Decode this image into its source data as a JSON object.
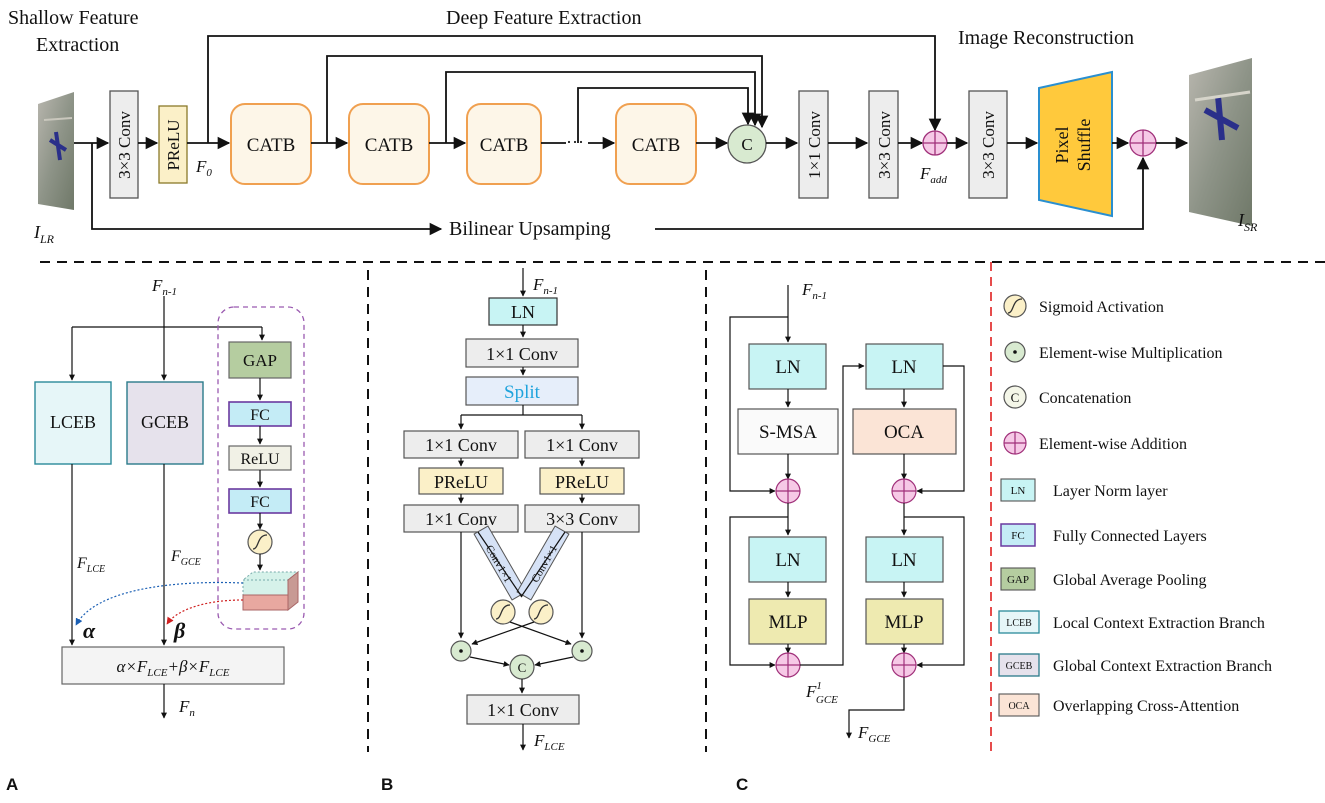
{
  "top": {
    "shallow_line1": "Shallow Feature",
    "shallow_line2": "Extraction",
    "deep": "Deep Feature Extraction",
    "recon": "Image Reconstruction",
    "conv3": "3×3 Conv",
    "prelu": "PReLU",
    "f0": "F",
    "f0_sub": "0",
    "catb": "CATB",
    "dots": "···",
    "concat": "C",
    "conv1": "1×1 Conv",
    "fadd": "F",
    "fadd_sub": "add",
    "pixel_line1": "Pixel",
    "pixel_line2": "Shuffle",
    "bilinear": "Bilinear Upsamping",
    "ilr": "I",
    "ilr_sub": "LR",
    "isr": "I",
    "isr_sub": "SR"
  },
  "panelA": {
    "label": "A",
    "fin": "F",
    "fin_sub": "n-1",
    "lceb": "LCEB",
    "gceb": "GCEB",
    "gap": "GAP",
    "fc": "FC",
    "relu": "ReLU",
    "flce": "F",
    "flce_sub": "LCE",
    "fgce": "F",
    "fgce_sub": "GCE",
    "alpha": "α",
    "beta": "β",
    "formula": "α×F_LCE+β×F_LCE",
    "fout": "F",
    "fout_sub": "n"
  },
  "panelB": {
    "label": "B",
    "fin": "F",
    "fin_sub": "n-1",
    "ln": "LN",
    "conv1": "1×1 Conv",
    "split": "Split",
    "prelu": "PReLU",
    "conv3": "3×3 Conv",
    "diag": "Conv1×1",
    "concat": "C",
    "fout": "F",
    "fout_sub": "LCE",
    "colors": {
      "split_text": "#1fa3dc"
    }
  },
  "panelC": {
    "label": "C",
    "fin": "F",
    "fin_sub": "n-1",
    "ln": "LN",
    "smsa": "S-MSA",
    "oca": "OCA",
    "mlp": "MLP",
    "fmid": "F",
    "fmid_sup": "1",
    "fmid_sub": "GCE",
    "fout": "F",
    "fout_sub": "GCE"
  },
  "legend": [
    {
      "icon": "sigmoid",
      "text": "Sigmoid Activation"
    },
    {
      "icon": "mult",
      "text": "Element-wise Multiplication"
    },
    {
      "icon": "concat",
      "text": "Concatenation",
      "tag": "C"
    },
    {
      "icon": "add",
      "text": "Element-wise Addition"
    },
    {
      "icon": "ln",
      "text": "Layer Norm layer",
      "tag": "LN"
    },
    {
      "icon": "fc",
      "text": "Fully Connected Layers",
      "tag": "FC"
    },
    {
      "icon": "gap",
      "text": "Global Average Pooling",
      "tag": "GAP"
    },
    {
      "icon": "lceb",
      "text": "Local Context Extraction Branch",
      "tag": "LCEB"
    },
    {
      "icon": "gceb",
      "text": "Global Context Extraction Branch",
      "tag": "GCEB"
    },
    {
      "icon": "oca",
      "text": "Overlapping Cross-Attention",
      "tag": "OCA"
    }
  ],
  "colors": {
    "catb_border": "#f0a050",
    "catb_fill": "#fdf6e8",
    "prelu_fill": "#fbf0c8",
    "ln_fill": "#c8f4f4",
    "fc_fill": "#c4ecf6",
    "fc_border": "#6a3aa0",
    "gap_fill": "#b5cda0",
    "lceb_fill": "#e6f6f8",
    "gceb_fill": "#e6e2ec",
    "oca_fill": "#fbe4d6",
    "mlp_fill": "#eeeab0",
    "pixel_fill": "#ffc93c",
    "pixel_border": "#2a8fd0",
    "add_fill": "#f6c9e6",
    "concat_fill": "#d8ead0",
    "legend_divider": "#e02020"
  }
}
